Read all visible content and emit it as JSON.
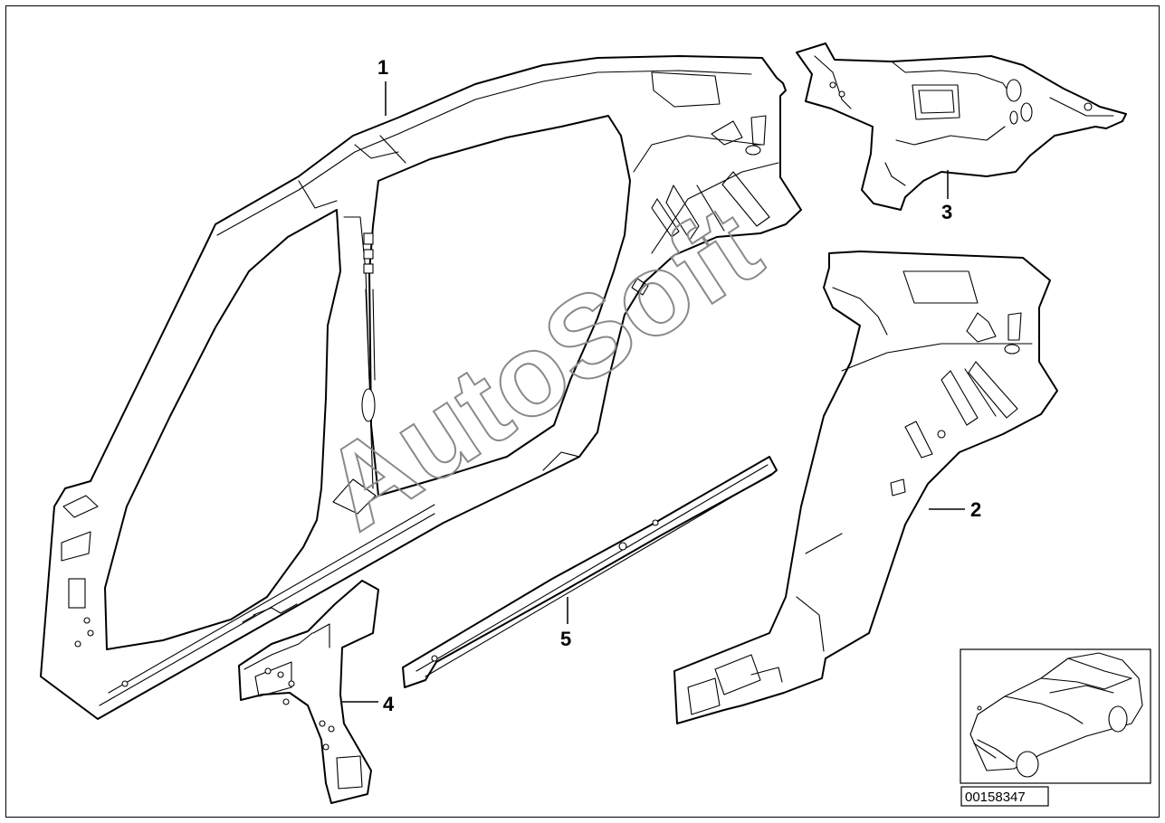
{
  "callouts": {
    "p1": "1",
    "p2": "2",
    "p3": "3",
    "p4": "4",
    "p5": "5"
  },
  "watermark": "AutoSoft",
  "diagram_id": "00158347"
}
